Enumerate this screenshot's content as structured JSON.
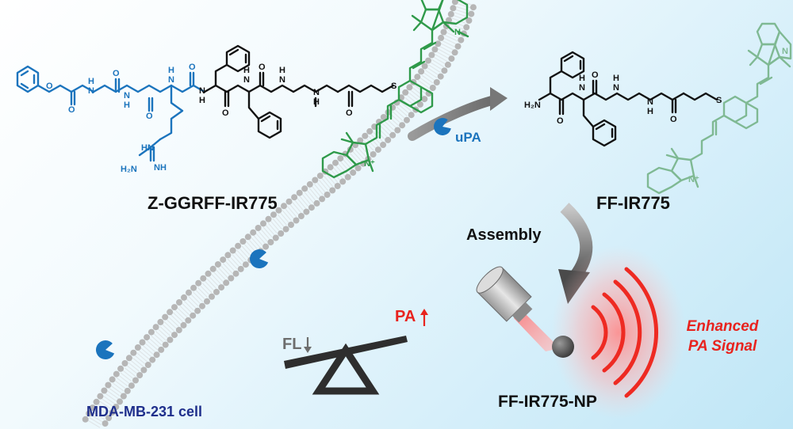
{
  "labels": {
    "substrate": "Z-GGRFF-IR775",
    "product": "FF-IR775",
    "enzyme": "uPA",
    "assembly": "Assembly",
    "nanoparticle": "FF-IR775-NP",
    "enhanced_line1": "Enhanced",
    "enhanced_line2": "PA Signal",
    "fl": "FL",
    "pa": "PA",
    "cell": "MDA-MB-231 cell"
  },
  "atom_labels": {
    "n1": "N",
    "n2": "N",
    "n3": "N",
    "n4": "N",
    "n5": "N",
    "n6": "N",
    "h": "H",
    "nh": "NH",
    "h2n": "H₂N",
    "nh2": "NH₂",
    "s": "S",
    "n_plus": "N⁺",
    "n_plus2": "N⁺",
    "n_ind": "N",
    "n_ind2": "N",
    "o": "O",
    "h2n_b": "H₂N",
    "s_b": "S"
  },
  "colors": {
    "peptide_blue": "#1b74bd",
    "dye_green": "#2f9a4a",
    "dye_green_faded": "#7fb993",
    "membrane_bead": "#b6b6b6",
    "signal_red": "#ee2a22",
    "cell_label": "#1f2f8c",
    "fl_grey": "#6d6d6d"
  },
  "icons": [
    "enzyme-pacman-icon",
    "photoacoustic-transducer-icon",
    "nanoparticle-icon",
    "seesaw-balance-icon",
    "up-arrow-icon",
    "down-arrow-icon",
    "signal-wave-icon"
  ]
}
